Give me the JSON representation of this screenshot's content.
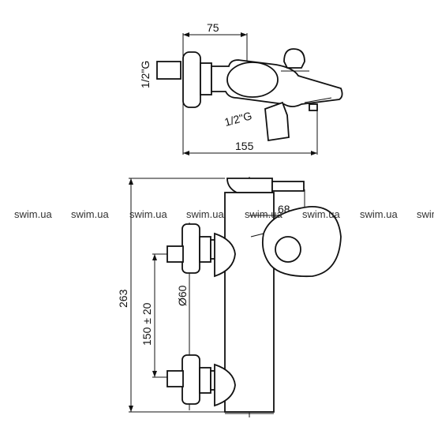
{
  "top_view": {
    "dim_width_top": "75",
    "dim_width_bottom": "155",
    "thread_left": "1/2\"G",
    "thread_bottom": "1/2\"G"
  },
  "front_view": {
    "dim_height": "263",
    "dim_spacing": "150 ± 20",
    "dim_diameter": "Ø60",
    "dim_depth": "68"
  },
  "watermark": {
    "text": "swim.ua",
    "repeats": [
      "swim.ua",
      "swim.ua",
      "swim.ua",
      "swim.ua",
      "swim.ua",
      "swim.ua",
      "swim.ua",
      "swim.ua"
    ]
  }
}
